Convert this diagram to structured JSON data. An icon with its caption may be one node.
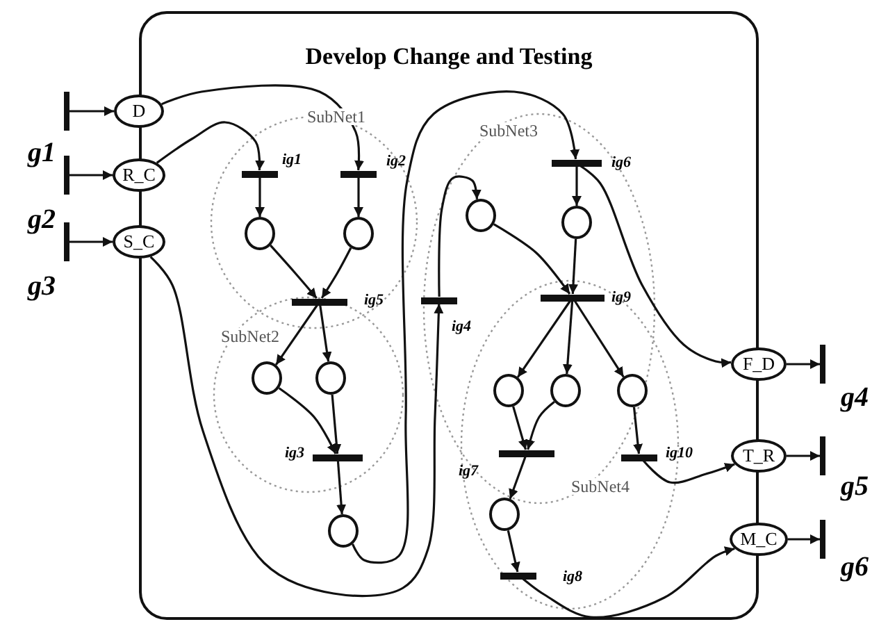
{
  "diagram": {
    "nodes": [
      {
        "text": [
          "Develop Change and Testing"
        ]
      },
      {
        "text": [],
        "shape": "bar",
        "beside": [
          "g1"
        ]
      },
      {
        "text": [],
        "shape": "bar",
        "beside": [
          "g2"
        ]
      },
      {
        "text": [],
        "shape": "bar",
        "beside": [
          "g3"
        ]
      },
      {
        "text": [
          "D"
        ]
      },
      {
        "text": [
          "R_C"
        ]
      },
      {
        "text": [
          "S_C"
        ]
      },
      {
        "text": [],
        "shape": "bar",
        "beside": [
          "ig1"
        ],
        "in": 0
      },
      {
        "text": [],
        "shape": "bar",
        "beside": [
          "ig2"
        ],
        "in": 0
      },
      {
        "text": [],
        "shape": "bar",
        "beside": [
          "ig6"
        ],
        "in": 0
      },
      {
        "text": [],
        "shape": "circle",
        "in": 0
      },
      {
        "text": [],
        "shape": "circle",
        "in": 0
      },
      {
        "text": [],
        "shape": "circle",
        "in": 0
      },
      {
        "text": [],
        "shape": "circle",
        "in": 0
      },
      {
        "text": [],
        "shape": "bar",
        "beside": [
          "ig9"
        ],
        "in": 0
      },
      {
        "text": [],
        "shape": "bar",
        "beside": [
          "ig4"
        ],
        "in": 0
      },
      {
        "text": [],
        "shape": "bar",
        "beside": [
          "ig5"
        ],
        "in": 0
      },
      {
        "text": [
          "F_D"
        ]
      },
      {
        "text": [],
        "shape": "circle",
        "in": 0
      },
      {
        "text": [],
        "shape": "circle",
        "in": 0
      },
      {
        "text": [],
        "shape": "circle",
        "in": 0
      },
      {
        "text": [],
        "shape": "circle",
        "in": 0
      },
      {
        "text": [],
        "shape": "circle",
        "in": 0
      },
      {
        "text": [],
        "shape": "bar",
        "beside": [
          "ig7"
        ],
        "in": 0
      },
      {
        "text": [],
        "shape": "bar",
        "beside": [
          "ig3"
        ],
        "in": 0
      },
      {
        "text": [],
        "shape": "bar",
        "beside": [
          "ig10"
        ],
        "in": 0
      },
      {
        "text": [
          "T_R"
        ]
      },
      {
        "text": [],
        "shape": "circle",
        "in": 0
      },
      {
        "text": [],
        "shape": "circle",
        "in": 0
      },
      {
        "text": [
          "M_C"
        ]
      },
      {
        "text": [],
        "shape": "bar",
        "beside": [
          "ig8"
        ],
        "in": 0
      },
      {
        "text": [],
        "shape": "bar",
        "beside": [
          "g4"
        ]
      },
      {
        "text": [],
        "shape": "bar",
        "beside": [
          "g5"
        ]
      },
      {
        "text": [],
        "shape": "bar",
        "beside": [
          "g6"
        ]
      }
    ],
    "edges": [
      {
        "from": 1,
        "to": 4,
        "arrow": "to"
      },
      {
        "from": 2,
        "to": 5,
        "arrow": "to"
      },
      {
        "from": 3,
        "to": 6,
        "arrow": "to"
      },
      {
        "from": 4,
        "to": 8,
        "arrow": "to"
      },
      {
        "from": 5,
        "to": 7,
        "arrow": "to"
      },
      {
        "from": 7,
        "to": 12,
        "arrow": "to"
      },
      {
        "from": 8,
        "to": 13,
        "arrow": "to"
      },
      {
        "from": 12,
        "to": 16,
        "arrow": "to"
      },
      {
        "from": 13,
        "to": 16,
        "arrow": "to"
      },
      {
        "from": 16,
        "to": 18,
        "arrow": "to"
      },
      {
        "from": 16,
        "to": 19,
        "arrow": "to"
      },
      {
        "from": 18,
        "to": 24,
        "arrow": "to"
      },
      {
        "from": 19,
        "to": 24,
        "arrow": "to"
      },
      {
        "from": 24,
        "to": 28,
        "arrow": "to"
      },
      {
        "from": 28,
        "to": 9,
        "arrow": "to"
      },
      {
        "from": 6,
        "to": 15,
        "arrow": "to"
      },
      {
        "from": 15,
        "to": 10,
        "arrow": "to"
      },
      {
        "from": 9,
        "to": 11,
        "arrow": "to"
      },
      {
        "from": 9,
        "to": 17,
        "arrow": "to"
      },
      {
        "from": 10,
        "to": 14,
        "arrow": "to"
      },
      {
        "from": 11,
        "to": 14,
        "arrow": "to"
      },
      {
        "from": 14,
        "to": 20,
        "arrow": "to"
      },
      {
        "from": 14,
        "to": 21,
        "arrow": "to"
      },
      {
        "from": 14,
        "to": 22,
        "arrow": "to"
      },
      {
        "from": 20,
        "to": 23,
        "arrow": "to"
      },
      {
        "from": 21,
        "to": 23,
        "arrow": "to"
      },
      {
        "from": 23,
        "to": 27,
        "arrow": "to"
      },
      {
        "from": 22,
        "to": 25,
        "arrow": "to"
      },
      {
        "from": 25,
        "to": 26,
        "arrow": "to"
      },
      {
        "from": 27,
        "to": 30,
        "arrow": "to"
      },
      {
        "from": 30,
        "to": 29,
        "arrow": "to"
      },
      {
        "from": 17,
        "to": 31,
        "arrow": "to"
      },
      {
        "from": 26,
        "to": 32,
        "arrow": "to"
      },
      {
        "from": 29,
        "to": 33,
        "arrow": "to"
      }
    ],
    "labels": [
      "SubNet1",
      "SubNet3",
      "SubNet2",
      "SubNet4"
    ]
  }
}
